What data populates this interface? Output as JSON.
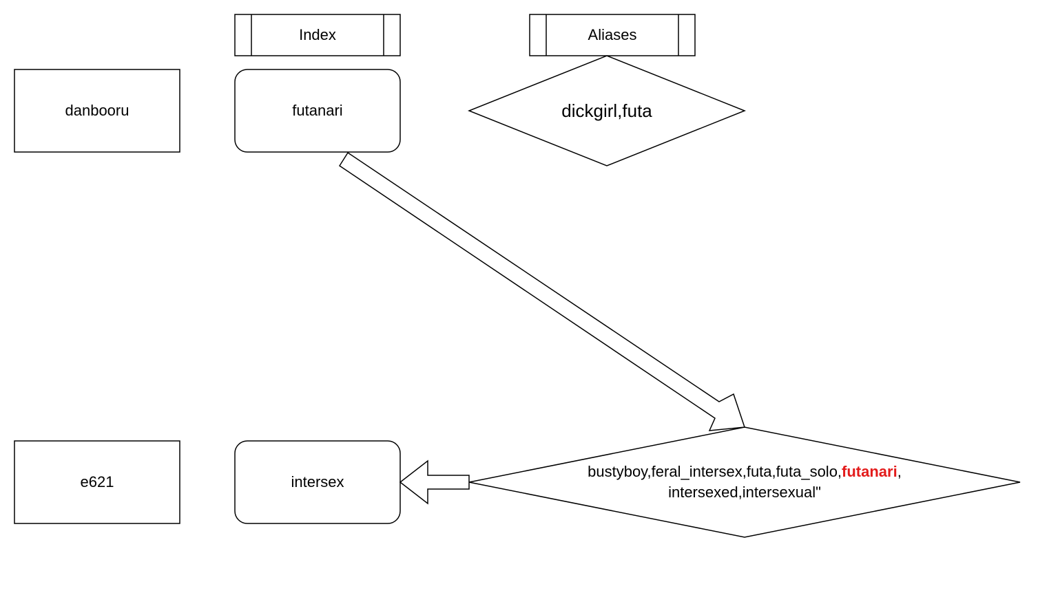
{
  "headers": {
    "index": "Index",
    "aliases": "Aliases"
  },
  "sources": {
    "danbooru": "danbooru",
    "e621": "e621"
  },
  "tags": {
    "danbooru": "futanari",
    "e621": "intersex"
  },
  "aliases": {
    "danbooru": "dickgirl,futa",
    "e621": {
      "line1_prefix": "bustyboy,feral_intersex,futa,futa_solo,",
      "line1_highlight": "futanari",
      "line1_suffix": ",",
      "line2": "intersexed,intersexual\""
    }
  },
  "colors": {
    "stroke": "#000000",
    "highlight": "#e31b1b",
    "background": "#ffffff"
  }
}
